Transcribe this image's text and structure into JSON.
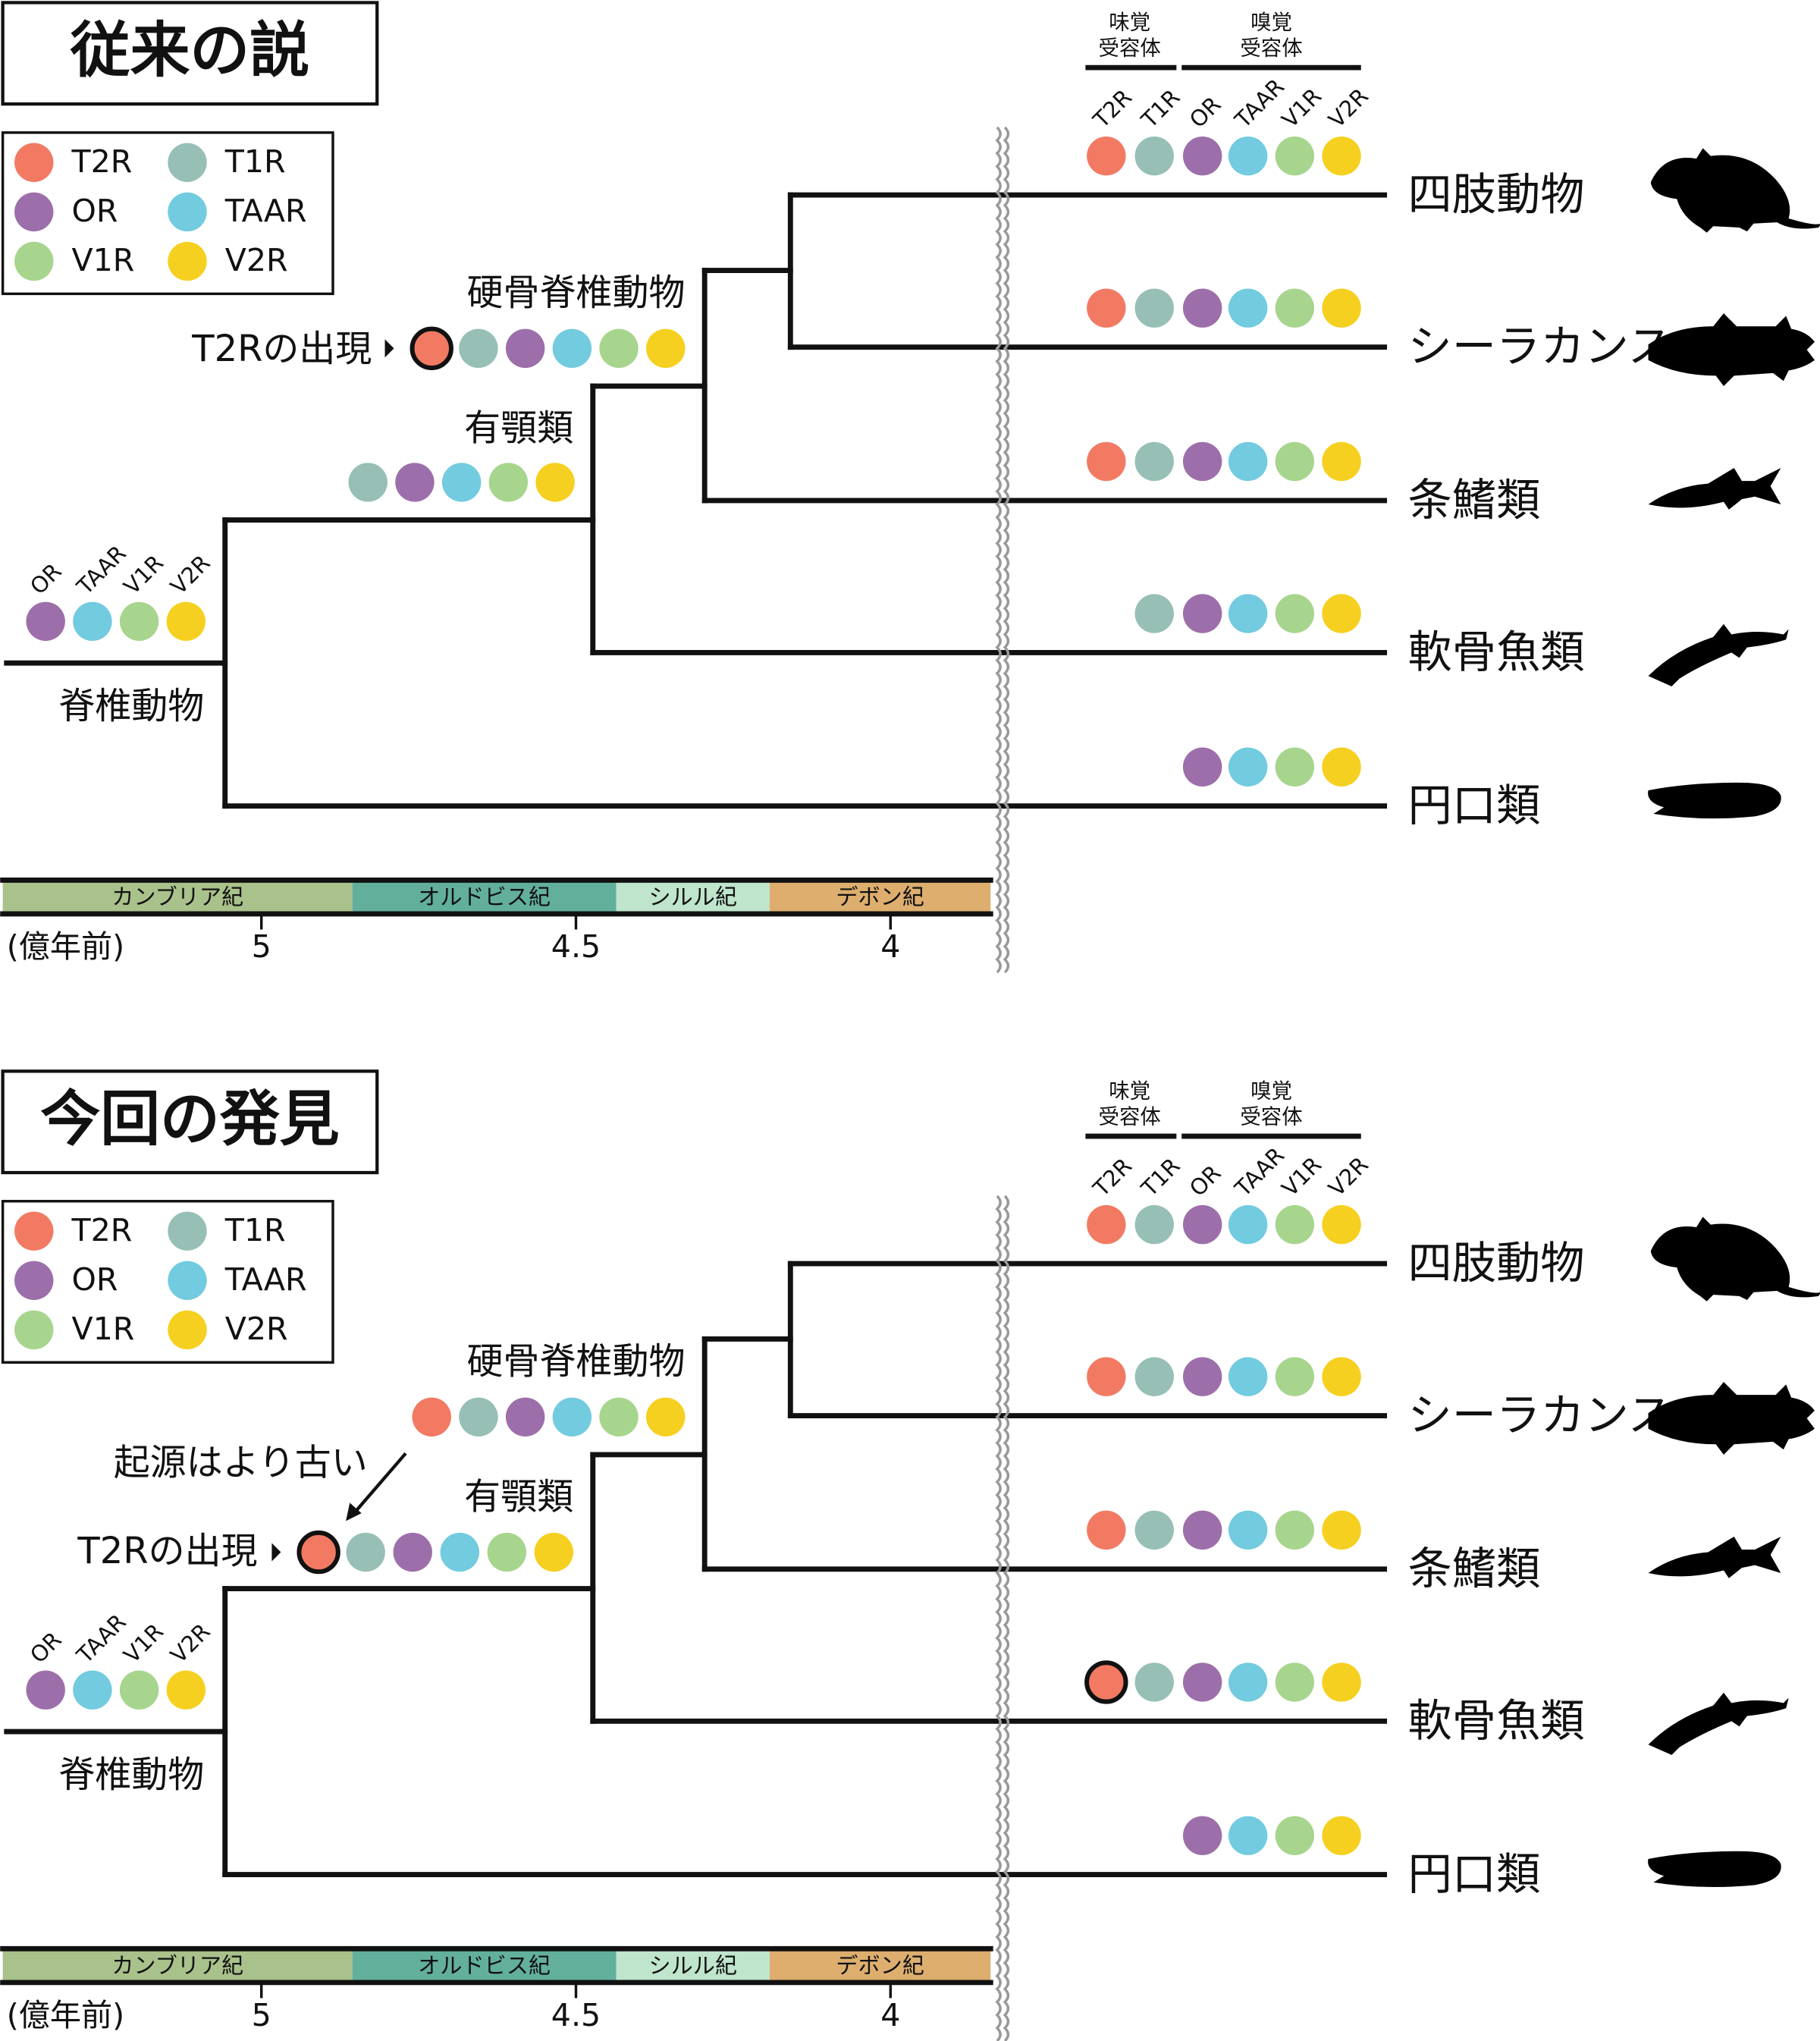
{
  "receptor_colors": {
    "T2R": "#F27A63",
    "T1R": "#97BFB6",
    "OR": "#9D6FAA",
    "TAAR": "#72CBDF",
    "V1R": "#A7D58D",
    "V2R": "#F6D020"
  },
  "highlight_outline": "#111111",
  "legend": [
    {
      "key": "T2R",
      "label": "T2R"
    },
    {
      "key": "T1R",
      "label": "T1R"
    },
    {
      "key": "OR",
      "label": "OR"
    },
    {
      "key": "TAAR",
      "label": "TAAR"
    },
    {
      "key": "V1R",
      "label": "V1R"
    },
    {
      "key": "V2R",
      "label": "V2R"
    }
  ],
  "header": {
    "taste": [
      "味覚",
      "受容体"
    ],
    "olfactory": [
      "嗅覚",
      "受容体"
    ],
    "columns": [
      "T2R",
      "T1R",
      "OR",
      "TAAR",
      "V1R",
      "V2R"
    ]
  },
  "root_columns": [
    "OR",
    "TAAR",
    "V1R",
    "V2R"
  ],
  "timeline": {
    "unit": "(億年前)",
    "periods": [
      {
        "name": "カンブリア紀",
        "color": "#A9C18A"
      },
      {
        "name": "オルドビス紀",
        "color": "#62AF9C"
      },
      {
        "name": "シルル紀",
        "color": "#BFE5CC"
      },
      {
        "name": "デボン紀",
        "color": "#DDAE6E"
      }
    ],
    "ticks": [
      "5",
      "4.5",
      "4"
    ]
  },
  "panels": [
    {
      "title": "従来の説",
      "nodes": {
        "vertebrata": {
          "label": "脊椎動物",
          "receptors": [
            "OR",
            "TAAR",
            "V1R",
            "V2R"
          ]
        },
        "gnathostomata": {
          "label": "有顎類",
          "receptors": [
            "T1R",
            "OR",
            "TAAR",
            "V1R",
            "V2R"
          ],
          "highlight": null,
          "event": ""
        },
        "osteichthyes": {
          "label": "硬骨脊椎動物",
          "receptors": [
            "T2R",
            "T1R",
            "OR",
            "TAAR",
            "V1R",
            "V2R"
          ],
          "highlight": "T2R",
          "event": "T2Rの出現"
        }
      },
      "annotation": "",
      "species": [
        {
          "name": "四肢動物",
          "animal": "mouse",
          "receptors": [
            "T2R",
            "T1R",
            "OR",
            "TAAR",
            "V1R",
            "V2R"
          ],
          "highlight": null
        },
        {
          "name": "シーラカンス",
          "animal": "coelacanth",
          "receptors": [
            "T2R",
            "T1R",
            "OR",
            "TAAR",
            "V1R",
            "V2R"
          ],
          "highlight": null
        },
        {
          "name": "条鰭類",
          "animal": "ray-finned-fish",
          "receptors": [
            "T2R",
            "T1R",
            "OR",
            "TAAR",
            "V1R",
            "V2R"
          ],
          "highlight": null
        },
        {
          "name": "軟骨魚類",
          "animal": "shark",
          "receptors": [
            "T1R",
            "OR",
            "TAAR",
            "V1R",
            "V2R"
          ],
          "highlight": null
        },
        {
          "name": "円口類",
          "animal": "lamprey",
          "receptors": [
            "OR",
            "TAAR",
            "V1R",
            "V2R"
          ],
          "highlight": null
        }
      ]
    },
    {
      "title": "今回の発見",
      "nodes": {
        "vertebrata": {
          "label": "脊椎動物",
          "receptors": [
            "OR",
            "TAAR",
            "V1R",
            "V2R"
          ]
        },
        "gnathostomata": {
          "label": "有顎類",
          "receptors": [
            "T2R",
            "T1R",
            "OR",
            "TAAR",
            "V1R",
            "V2R"
          ],
          "highlight": "T2R",
          "event": "T2Rの出現"
        },
        "osteichthyes": {
          "label": "硬骨脊椎動物",
          "receptors": [
            "T2R",
            "T1R",
            "OR",
            "TAAR",
            "V1R",
            "V2R"
          ],
          "highlight": null,
          "event": ""
        }
      },
      "annotation": "起源はより古い",
      "species": [
        {
          "name": "四肢動物",
          "animal": "mouse",
          "receptors": [
            "T2R",
            "T1R",
            "OR",
            "TAAR",
            "V1R",
            "V2R"
          ],
          "highlight": null
        },
        {
          "name": "シーラカンス",
          "animal": "coelacanth",
          "receptors": [
            "T2R",
            "T1R",
            "OR",
            "TAAR",
            "V1R",
            "V2R"
          ],
          "highlight": null
        },
        {
          "name": "条鰭類",
          "animal": "ray-finned-fish",
          "receptors": [
            "T2R",
            "T1R",
            "OR",
            "TAAR",
            "V1R",
            "V2R"
          ],
          "highlight": null
        },
        {
          "name": "軟骨魚類",
          "animal": "shark",
          "receptors": [
            "T2R",
            "T1R",
            "OR",
            "TAAR",
            "V1R",
            "V2R"
          ],
          "highlight": "T2R"
        },
        {
          "name": "円口類",
          "animal": "lamprey",
          "receptors": [
            "OR",
            "TAAR",
            "V1R",
            "V2R"
          ],
          "highlight": null
        }
      ]
    }
  ]
}
